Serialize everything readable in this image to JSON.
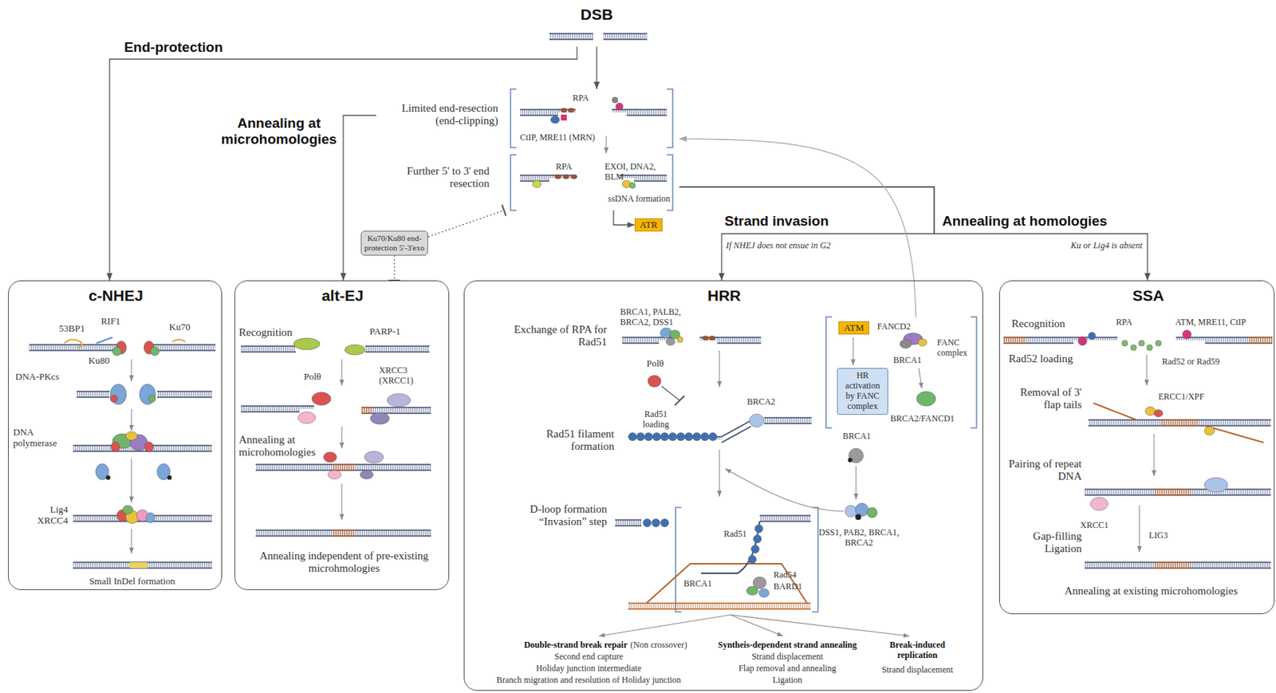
{
  "diagram": {
    "nodes": [
      {
        "text": [
          "DSB"
        ]
      },
      {
        "text": [
          "Limited end-resection (end-clipping)",
          "RPA",
          "CtIP, MRE11 (MRN)",
          "Further 5' to 3' end resection",
          "RPA",
          "EXOI, DNA2, BLM",
          "ssDNA formation"
        ]
      },
      {
        "text": [
          "Ku70/Ku80 end-protection 5'-3'exo"
        ]
      },
      {
        "text": [
          "ATR"
        ]
      },
      {
        "text": [
          "c-NHEJ",
          "53BP1",
          "RIF1",
          "Ku70",
          "Ku80",
          "DNA-PKcs",
          "DNA polymerase",
          "Lig4 XRCC4",
          "Small InDel formation"
        ]
      },
      {
        "text": [
          "alt-EJ",
          "Recognition",
          "PARP-1",
          "Polθ",
          "XRCC3 (XRCC1)",
          "Annealing at microhomologies",
          "Annealing independent of pre-existing microhmologies"
        ]
      },
      {
        "text": [
          "HRR",
          "Exchange of RPA for Rad51",
          "BRCA1, PALB2, BRCA2, DSS1",
          "Polθ",
          "Rad51 loading",
          "BRCA2",
          "Rad51 filament formation",
          "D-loop formation “Invasion” step",
          "Rad51",
          "BRCA1",
          "Rad54",
          "BARD1",
          "BRCA1",
          "DSS1, PAB2, BRCA1, BRCA2",
          "Double-strand break repair",
          "(Non crossover)",
          "Second end capture",
          "Holiday junction intermediate",
          "Branch migration and resolution of Holiday junction",
          "Syntheis-dependent strand annealing",
          "Strand displacement",
          "Flap removal and annealing",
          "Ligation",
          "Break-induced replication",
          "Strand displacement"
        ]
      },
      {
        "text": [
          "FANCD2",
          "FANC complex",
          "BRCA1",
          "BRCA2/FANCD1"
        ],
        "in": 6
      },
      {
        "text": [
          "ATM"
        ],
        "in": 7
      },
      {
        "text": [
          "HR activation by FANC complex"
        ],
        "in": 7
      },
      {
        "text": [
          "SSA",
          "Recognition",
          "RPA",
          "ATM, MRE11, CtIP",
          "Rad52 loading",
          "Rad52 or Rad59",
          "Removal of 3' flap tails",
          "ERCC1/XPF",
          "Pairing of repeat DNA",
          "XRCC1",
          "Gap-filling Ligation",
          "LIG3",
          "Annealing at existing microhomologies"
        ]
      }
    ],
    "edges": [
      {
        "from": 0,
        "to": 4,
        "label": "End-protection",
        "arrow": "to"
      },
      {
        "from": 0,
        "to": 1,
        "arrow": "to"
      },
      {
        "from": 1,
        "to": 5,
        "label": "Annealing at microhomologies",
        "arrow": "to"
      },
      {
        "from": 2,
        "to": 1,
        "arrow": "none"
      },
      {
        "from": 2,
        "to": 5,
        "arrow": "none"
      },
      {
        "from": 1,
        "to": 3,
        "arrow": "to"
      },
      {
        "from": 1,
        "to": 6,
        "label": "Strand invasion",
        "arrow": "to"
      },
      {
        "from": 1,
        "to": 10,
        "label": "Annealing at homologies",
        "arrow": "to"
      },
      {
        "from": 7,
        "to": 1,
        "arrow": "to"
      }
    ],
    "labels": [
      "If NHEJ does not ensue in G2",
      "Ku or Lig4 is absent"
    ]
  }
}
